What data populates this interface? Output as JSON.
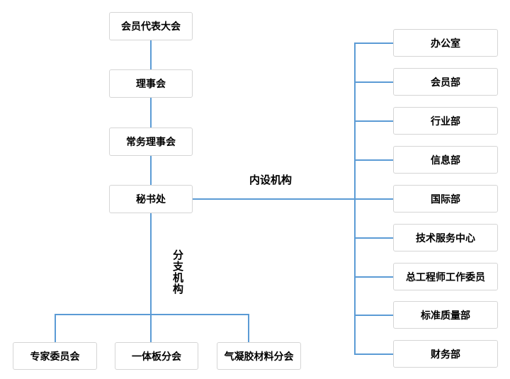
{
  "chart": {
    "type": "org-chart",
    "main_chain": {
      "member_congress": "会员代表大会",
      "council": "理事会",
      "standing_council": "常务理事会",
      "secretariat": "秘书处"
    },
    "labels": {
      "internal_orgs": "内设机构",
      "branch_orgs": "分支机构"
    },
    "internal_departments": [
      "办公室",
      "会员部",
      "行业部",
      "信息部",
      "国际部",
      "技术服务中心",
      "总工程师工作委员",
      "标准质量部",
      "财务部"
    ],
    "branch_organizations": [
      "专家委员会",
      "一体板分会",
      "气凝胶材料分会"
    ],
    "colors": {
      "line": "#5b9bd5",
      "box_border": "#d5d5d5",
      "box_background": "#ffffff",
      "text": "#000000"
    }
  }
}
